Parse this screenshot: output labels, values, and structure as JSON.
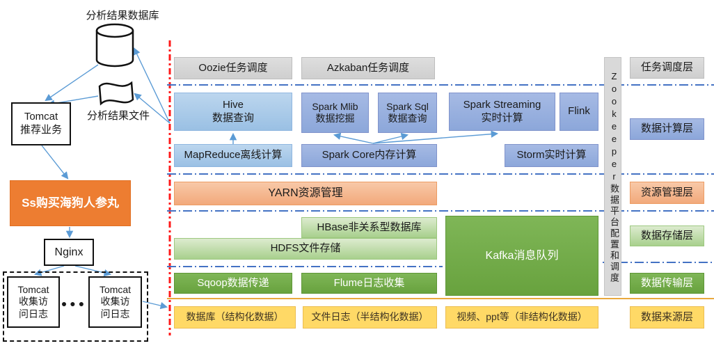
{
  "palette": {
    "scheduling_gray": "#d9d9d9",
    "compute_blue_light": "#9cc2e5",
    "compute_blue_periwinkle": "#8faadc",
    "resource_orange": "#f4b183",
    "storage_green_light": "#a9d18e",
    "transport_green_dark": "#70ad47",
    "source_yellow": "#ffd966",
    "ss_orange": "#ed7d31",
    "separator_blue": "#4472c4",
    "separator_red": "#ff1a1a",
    "separator_yellow": "#e9a93d",
    "arrow_blue": "#5b9bd5"
  },
  "left": {
    "db_label": "分析结果数据库",
    "file_label": "分析结果文件",
    "tomcat_recommend": {
      "line1": "Tomcat",
      "line2": "推荐业务"
    },
    "ss_label": "Ss购买海狗人参丸",
    "nginx_label": "Nginx",
    "tomcat_log_left": {
      "line1": "Tomcat",
      "line2": "收集访",
      "line3": "问日志"
    },
    "tomcat_log_right": {
      "line1": "Tomcat",
      "line2": "收集访",
      "line3": "问日志"
    },
    "dots": "●●●"
  },
  "zookeeper_label": "Zookeeper数据平台配置和调度",
  "layers": {
    "scheduling": {
      "oozie": "Oozie任务调度",
      "azkaban": "Azkaban任务调度",
      "layer_label": "任务调度层"
    },
    "compute": {
      "hive": {
        "line1": "Hive",
        "line2": "数据查询"
      },
      "spark_mlib": {
        "line1": "Spark Mlib",
        "line2": "数据挖掘"
      },
      "spark_sql": {
        "line1": "Spark Sql",
        "line2": "数据查询"
      },
      "spark_streaming": {
        "line1": "Spark Streaming",
        "line2": "实时计算"
      },
      "flink": "Flink",
      "mapreduce": "MapReduce离线计算",
      "spark_core": "Spark Core内存计算",
      "storm": "Storm实时计算",
      "layer_label": "数据计算层"
    },
    "resource": {
      "yarn": "YARN资源管理",
      "layer_label": "资源管理层"
    },
    "storage": {
      "hbase": "HBase非关系型数据库",
      "hdfs": "HDFS文件存储",
      "kafka": "Kafka消息队列",
      "layer_label": "数据存储层"
    },
    "transport": {
      "sqoop": "Sqoop数据传递",
      "flume": "Flume日志收集",
      "layer_label": "数据传输层"
    },
    "source": {
      "db": "数据库（结构化数据）",
      "file_log": "文件日志（半结构化数据）",
      "video": "视频、ppt等（非结构化数据）",
      "layer_label": "数据来源层"
    }
  }
}
